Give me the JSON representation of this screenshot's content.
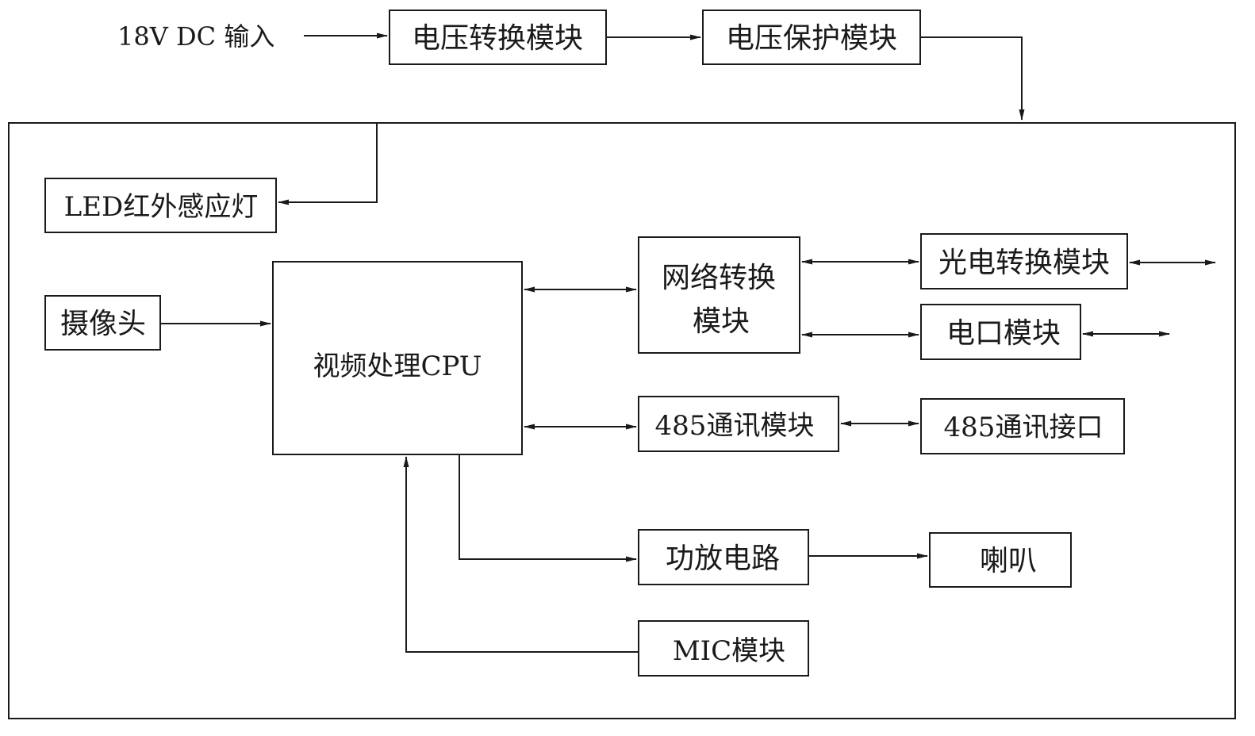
{
  "input_label": "18V DC 输入",
  "blocks": {
    "voltage_convert": "电压转换模块",
    "voltage_protect": "电压保护模块",
    "led": "LED红外感应灯",
    "camera": "摄像头",
    "cpu": "视频处理CPU",
    "network_line1": "网络转换",
    "network_line2": "模块",
    "optical": "光电转换模块",
    "electric_port": "电口模块",
    "rs485_module": "485通讯模块",
    "rs485_interface": "485通讯接口",
    "amplifier": "功放电路",
    "speaker": "喇叭",
    "mic": "MIC模块"
  }
}
